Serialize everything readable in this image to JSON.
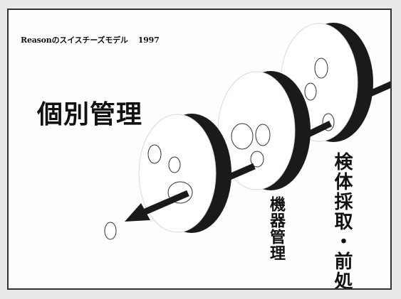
{
  "title": {
    "main": "Reasonのスイスチーズモデル",
    "year": "1997"
  },
  "heading": "個別管理",
  "labels": {
    "equipment": "機器管理",
    "sample": "検体採取・前処置"
  },
  "diagram": {
    "slice_count": 3,
    "rod_color": "#1a1a1a",
    "shadow_color": "#1a1a1a"
  }
}
